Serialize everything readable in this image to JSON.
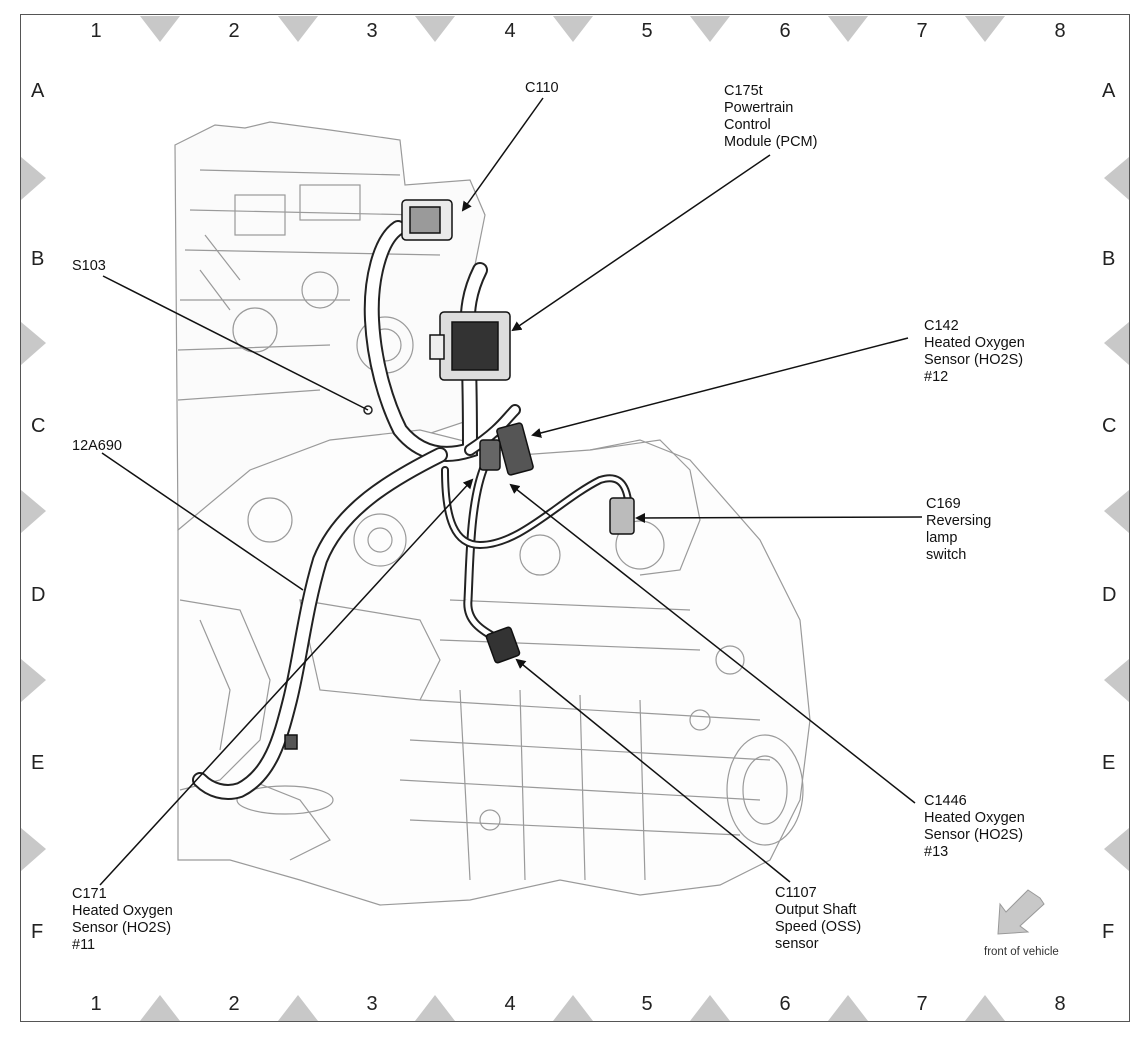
{
  "grid": {
    "columns": [
      "1",
      "2",
      "3",
      "4",
      "5",
      "6",
      "7",
      "8"
    ],
    "rows": [
      "A",
      "B",
      "C",
      "D",
      "E",
      "F"
    ]
  },
  "callouts": {
    "c110": "C110",
    "c175t": "C175t\nPowertrain\nControl\nModule (PCM)",
    "s103": "S103",
    "c142": "C142\nHeated Oxygen\nSensor (HO2S)\n#12",
    "harness": "12A690",
    "c169": "C169\nReversing\nlamp\nswitch",
    "c1446": "C1446\nHeated Oxygen\nSensor (HO2S)\n#13",
    "c171": "C171\nHeated Oxygen\nSensor (HO2S)\n#11",
    "c1107": "C1107\nOutput Shaft\nSpeed (OSS)\nsensor"
  },
  "orientation": {
    "label": "front of vehicle",
    "icon": "front-arrow-icon"
  },
  "colors": {
    "frame": "#555555",
    "marker": "#c8c8c8",
    "lines": "#222222",
    "engine": "#9a9a9a"
  }
}
